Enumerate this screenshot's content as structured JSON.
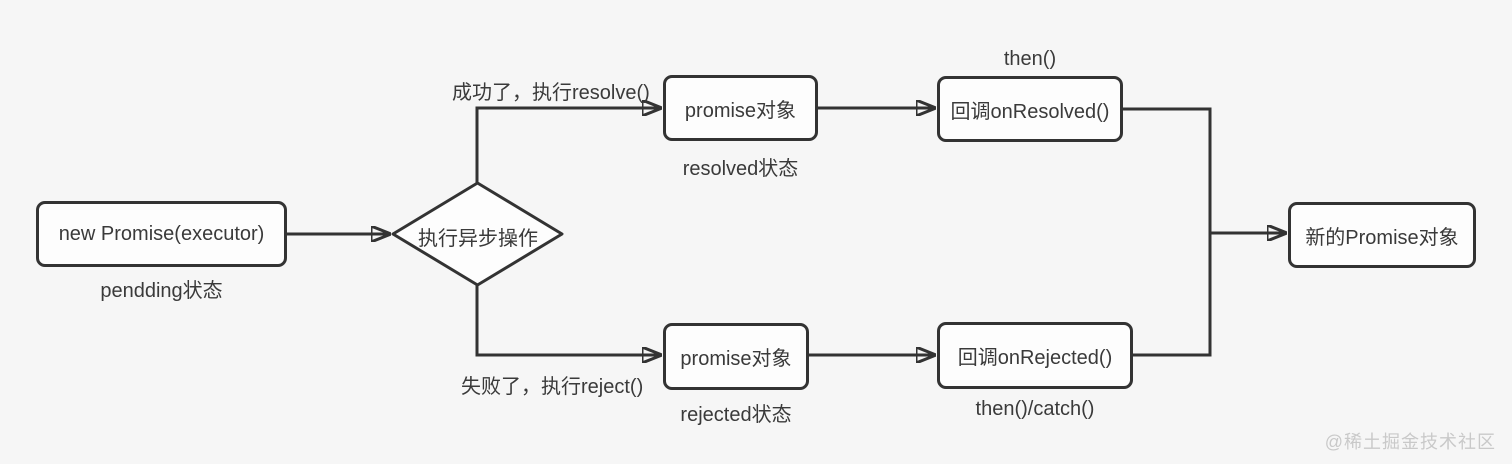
{
  "canvas": {
    "background_color": "#f6f6f6",
    "line_color": "#333333",
    "node_fill_color": "#fdfdfd",
    "text_color": "#3a3a3a",
    "watermark_color": "#c9c9c9"
  },
  "nodes": {
    "start": {
      "label": "new Promise(executor)",
      "state_label": "pendding状态"
    },
    "decision": {
      "label": "执行异步操作"
    },
    "resolved_promise": {
      "label": "promise对象",
      "state_label": "resolved状态"
    },
    "on_resolved": {
      "label": "回调onResolved()",
      "top_label": "then()"
    },
    "rejected_promise": {
      "label": "promise对象",
      "state_label": "rejected状态"
    },
    "on_rejected": {
      "label": "回调onRejected()",
      "bottom_label": "then()/catch()"
    },
    "result": {
      "label": "新的Promise对象"
    }
  },
  "edge_labels": {
    "resolve_branch": "成功了，执行resolve()",
    "reject_branch": "失败了，执行reject()"
  },
  "watermark": "@稀土掘金技术社区"
}
